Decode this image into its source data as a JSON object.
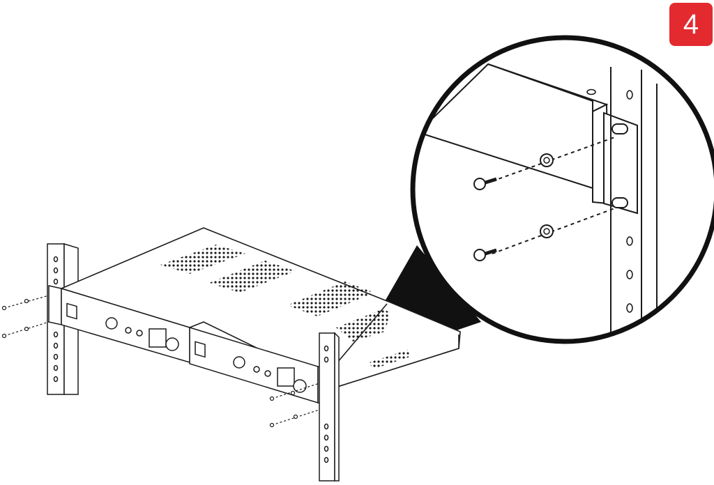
{
  "step": {
    "number": "4",
    "color": "#e32a2f"
  },
  "illustration": {
    "subject": "rack-mount-installation",
    "units": 2,
    "screws_visible": 4,
    "inset": "magnified-front-bracket-with-screws"
  },
  "colors": {
    "line": "#1a1a1a",
    "panel": "#ffffff",
    "callout": "#111111"
  }
}
